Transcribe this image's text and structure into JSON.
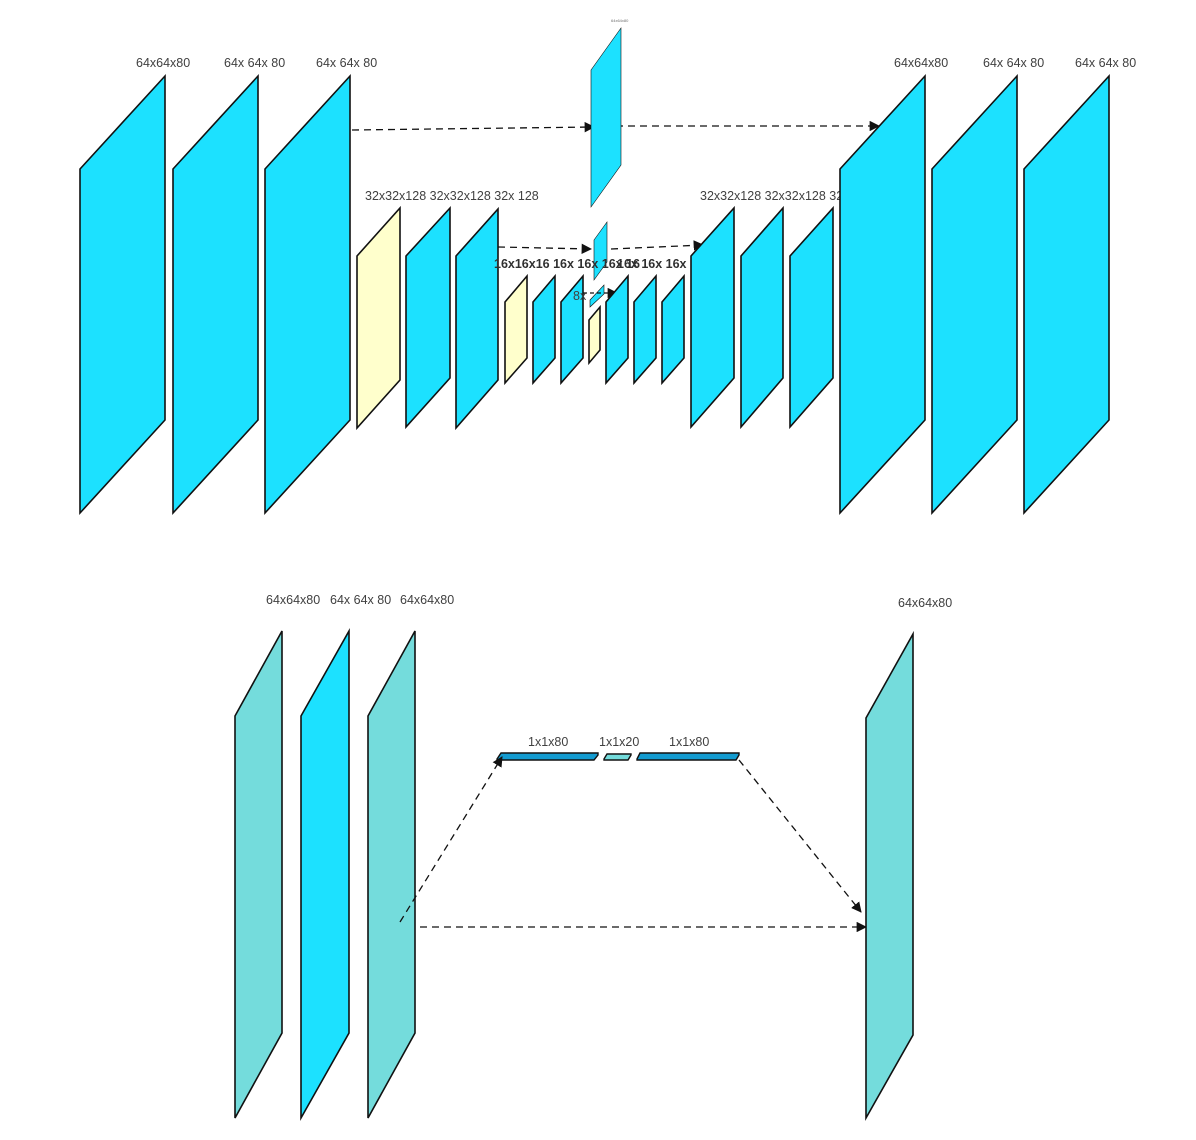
{
  "colors": {
    "cyan": "#1ce1ff",
    "pale_yellow": "#ffffcc",
    "teal": "#74dcdc",
    "dark_blue": "#139bd0",
    "outline": "#111111"
  },
  "top_network": {
    "encoder_labels": [
      "64x64x80",
      "64x 64x 80",
      "64x 64x 80"
    ],
    "decoder_labels": [
      "64x64x80",
      "64x 64x 80",
      "64x 64x 80"
    ],
    "bottleneck_top_label": "64x64x80",
    "level2_left_label": "32x32x128 32x32x128 32x 128",
    "level2_right_label": "32x32x128 32x32x128 32x",
    "level3_left_label": "16x16x16 16x 16x 16x 16",
    "level3_right_label": "16x 16x 16x 16x 16",
    "level4_label": "8x"
  },
  "bottom_network": {
    "encoder_labels": [
      "64x64x80",
      "64x 64x 80",
      "64x64x80"
    ],
    "decoder_label": "64x64x80",
    "dense_labels": [
      "1x1x80",
      "1x1x20",
      "1x1x80"
    ]
  }
}
